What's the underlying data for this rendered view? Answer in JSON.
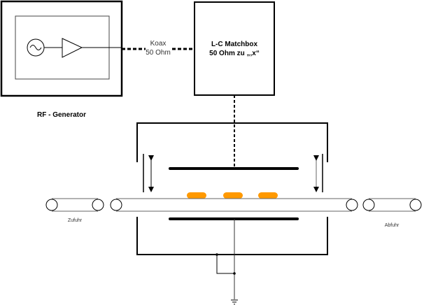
{
  "diagram": {
    "rf_generator": {
      "label": "RF - Generator"
    },
    "coax": {
      "line1": "Koax",
      "line2": "50 Ohm"
    },
    "matchbox": {
      "line1": "L-C Matchbox",
      "line2": "50 Ohm zu „‚x“"
    },
    "conveyor": {
      "infeed_label": "Zufuhr",
      "outfeed_label": "Abfuhr"
    },
    "colors": {
      "line": "#000000",
      "conveyor": "#666666",
      "workpiece": "#FF9900"
    },
    "workpiece_count": 3
  }
}
